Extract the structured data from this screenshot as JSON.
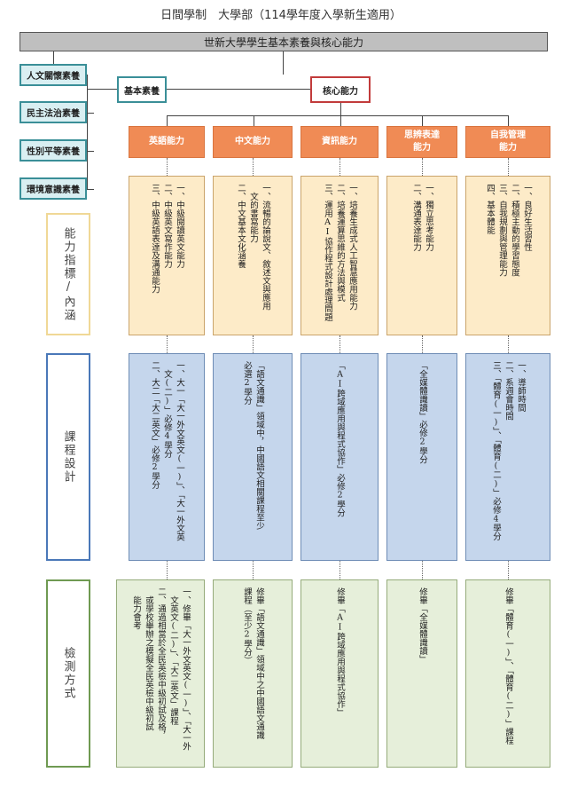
{
  "title": "日間學制　大學部（114學年度入學新生適用）",
  "banner": "世新大學學生基本素養與核心能力",
  "literacies": [
    "人文關懷素養",
    "民主法治素養",
    "性別平等素養",
    "環境意識素養"
  ],
  "basic": "基本素養",
  "core": "核心能力",
  "side_labels": {
    "ability": "能力指標/內涵",
    "course": "課程設計",
    "exam": "檢測方式"
  },
  "columns": [
    {
      "name": "英語能力",
      "ability": [
        "一、中級閱讀英文能力",
        "二、中級英文寫作能力",
        "三、中級英語表達及溝通能力"
      ],
      "course": [
        "一、大一「大一外文英文(一)」、「大一外文英",
        "　文(二)」必修4學分",
        "二、大二「大二英文」必修2學分"
      ],
      "exam": [
        "一、修畢「大一外文英文(一)」、「大一外",
        "　文英文(二)」、「大二英文」課程",
        "二、通過相當於全民英檢中級初試及格，",
        "　或學校舉辦之模擬全民英檢中級初試",
        "　能力會考"
      ]
    },
    {
      "name": "中文能力",
      "ability": [
        "一、流暢的論說文、敘述文與應用",
        "　文的書寫能力",
        "二、中文基本文化涵養"
      ],
      "course": [
        "「語文通識」領域中，中國語文相關課程至少",
        "必選2學分"
      ],
      "exam": [
        "修畢「語文通識」領域中之中國語文通識",
        "課程（至少2學分）"
      ]
    },
    {
      "name": "資訊能力",
      "ability": [
        "一、培養生成式人工智慧應用能力",
        "二、培養運算思維的方法與模式",
        "三、運用AI協作程式設計處理問題"
      ],
      "course": [
        "「AI跨域應用與程式協作」必修2學分"
      ],
      "exam": [
        "修畢「AI跨域應用與程式協作」"
      ]
    },
    {
      "name": "思辨表達能力",
      "ability": [
        "一、獨立思考能力",
        "二、溝通表達能力"
      ],
      "course": [
        "「全媒體識讀」必修2學分"
      ],
      "exam": [
        "修畢「全媒體識讀」"
      ]
    },
    {
      "name": "自我管理能力",
      "ability": [
        "一、良好生活習性",
        "二、積極主動的學習態度",
        "三、自我規劃與管理能力",
        "四、基本體能"
      ],
      "course": [
        "一、導師時間",
        "二、系週會時間",
        "三、「體育(一)」、「體育(二)」必修4學分"
      ],
      "exam": [
        "修畢「體育(一)」、「體育(二)」課程"
      ]
    }
  ],
  "colors": {
    "orange": "#f08b55",
    "yellow": "#fdebc8",
    "blue": "#c5d6ec",
    "green": "#e6efda",
    "teal": "#3a8f98",
    "red": "#c23b3b"
  }
}
